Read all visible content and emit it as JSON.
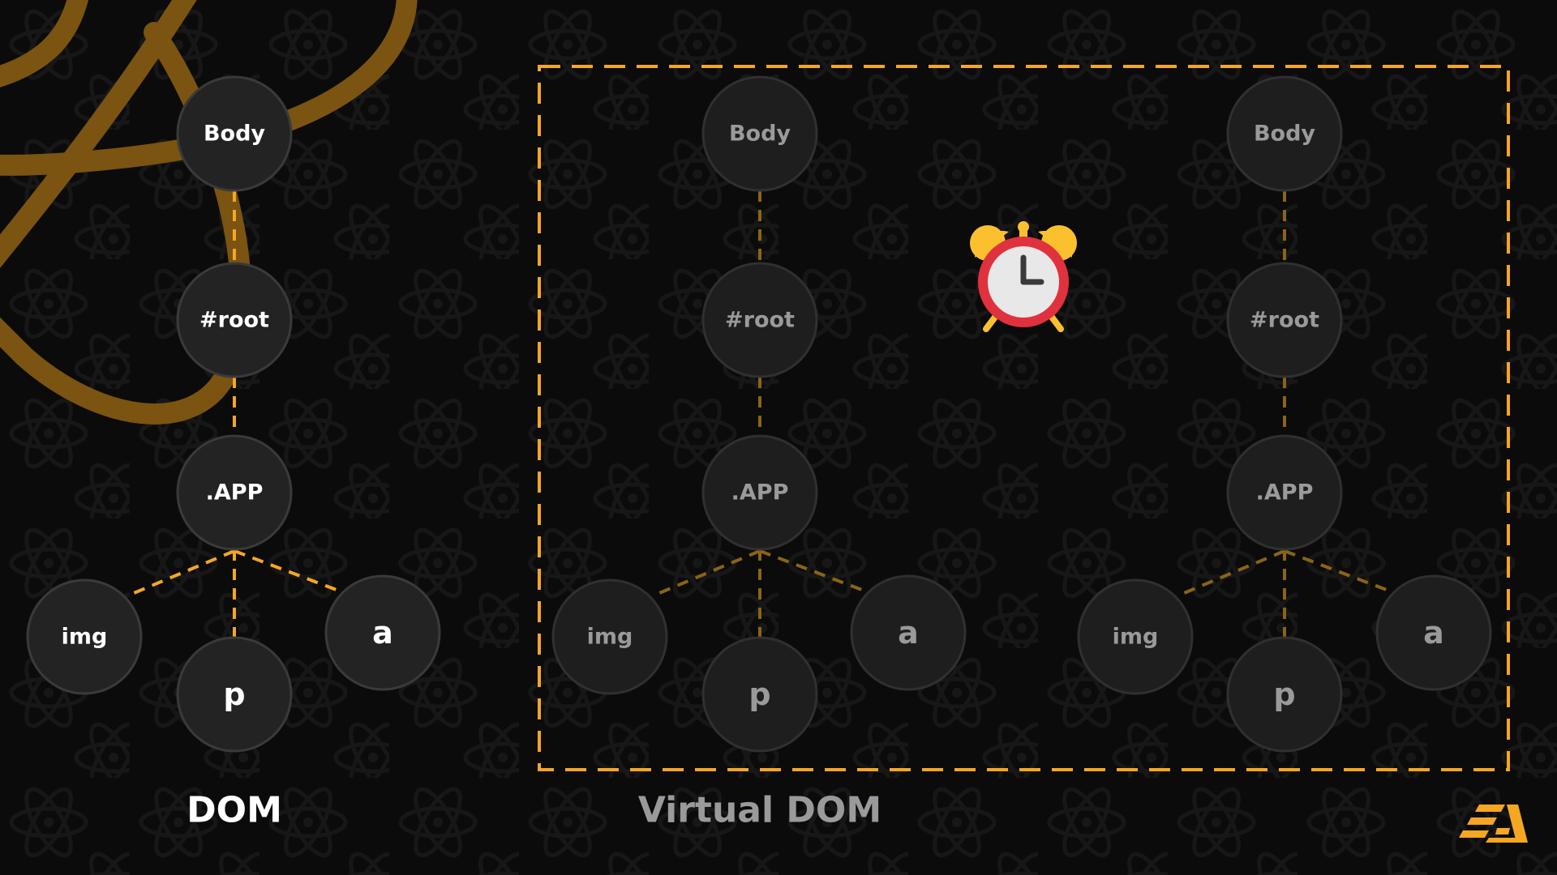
{
  "colors": {
    "background": "#0b0b0b",
    "accent": "#f5a623",
    "react_logo": "#7a5410",
    "node_fill": "#232323",
    "node_stroke": "#3a3a3a",
    "label_bright": "#ffffff",
    "label_dim": "#9a9a9a",
    "clock_red": "#e0323e",
    "clock_bells": "#fbc02d"
  },
  "dom_tree": {
    "caption": "DOM",
    "nodes": {
      "body": "Body",
      "root": "#root",
      "app": ".APP",
      "img": "img",
      "p": "p",
      "a": "a"
    }
  },
  "virtual_dom": {
    "caption": "Virtual DOM",
    "trees": [
      {
        "nodes": {
          "body": "Body",
          "root": "#root",
          "app": ".APP",
          "img": "img",
          "p": "p",
          "a": "a"
        }
      },
      {
        "nodes": {
          "body": "Body",
          "root": "#root",
          "app": ".APP",
          "img": "img",
          "p": "p",
          "a": "a"
        }
      }
    ],
    "icon": "alarm-clock-icon"
  },
  "brand_icon": "brand-logo-icon"
}
